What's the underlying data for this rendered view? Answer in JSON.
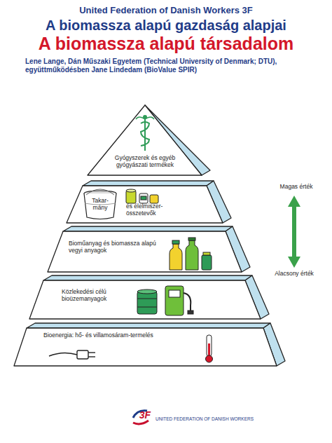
{
  "diagram": {
    "title": "A biomassza alapú társadalom",
    "nodes": [
      {
        "text": [
          "Gyógyszerek és egyéb gyógyászati termékek"
        ]
      },
      {
        "text": [
          "Takar- mány",
          "és élelmiszer- összetevők"
        ]
      },
      {
        "text": [
          "Bioműanyag és biomassza alapú vegyi anyagok"
        ]
      },
      {
        "text": [
          "Közlekedési célú bioüzemanyagok"
        ]
      },
      {
        "text": [
          "Bioenergia: hő- és villamosáram-termelés"
        ]
      }
    ],
    "labels": [
      "United Federation of Danish Workers 3F",
      "A biomassza alapú gazdaság alapjai",
      "Lene Lange, Dán Műszaki Egyetem (Technical University of Denmark; DTU), együttműködésben Jane Lindedam (BioValue SPIR)",
      "Magas érték",
      "Alacsony érték",
      "3F",
      "UNITED FEDERATION OF DANISH WORKERS"
    ]
  }
}
